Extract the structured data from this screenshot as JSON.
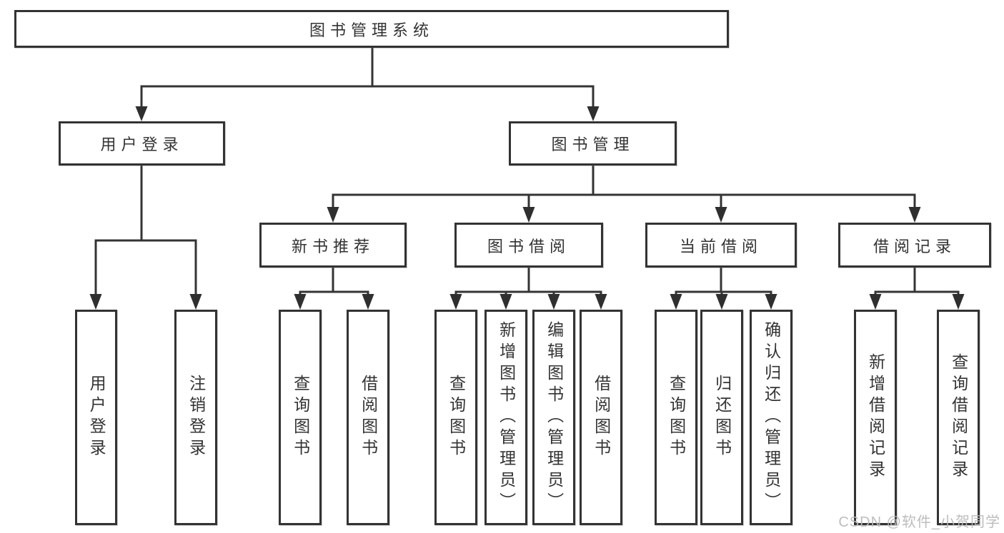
{
  "diagram": {
    "title": "图书管理系统",
    "type": "hierarchy-tree",
    "colors": {
      "background": "#ffffff",
      "box_border": "#333333",
      "connector_line": "#343434",
      "text": "#333333",
      "watermark": "#b9b9b9"
    },
    "nodes": {
      "root": {
        "label": "图书管理系统"
      },
      "level2": [
        {
          "label": "用户登录"
        },
        {
          "label": "图书管理"
        }
      ],
      "level3": [
        {
          "label": "新书推荐"
        },
        {
          "label": "图书借阅"
        },
        {
          "label": "当前借阅"
        },
        {
          "label": "借阅记录"
        }
      ],
      "leaves": [
        {
          "label": "用户登录"
        },
        {
          "label": "注销登录"
        },
        {
          "label": "查询图书"
        },
        {
          "label": "借阅图书"
        },
        {
          "label": "查询图书"
        },
        {
          "label": "新增图书（管理员）"
        },
        {
          "label": "编辑图书（管理员）"
        },
        {
          "label": "借阅图书"
        },
        {
          "label": "查询图书"
        },
        {
          "label": "归还图书"
        },
        {
          "label": "确认归还（管理员）"
        },
        {
          "label": "新增借阅记录"
        },
        {
          "label": "查询借阅记录"
        }
      ]
    },
    "hierarchy": {
      "图书管理系统": [
        "用户登录",
        "图书管理"
      ],
      "用户登录": [
        "用户登录",
        "注销登录"
      ],
      "图书管理": [
        "新书推荐",
        "图书借阅",
        "当前借阅",
        "借阅记录"
      ],
      "新书推荐": [
        "查询图书",
        "借阅图书"
      ],
      "图书借阅": [
        "查询图书",
        "新增图书（管理员）",
        "编辑图书（管理员）",
        "借阅图书"
      ],
      "当前借阅": [
        "查询图书",
        "归还图书",
        "确认归还（管理员）"
      ],
      "借阅记录": [
        "新增借阅记录",
        "查询借阅记录"
      ]
    },
    "watermark": "CSDN @软件_小贺同学"
  }
}
